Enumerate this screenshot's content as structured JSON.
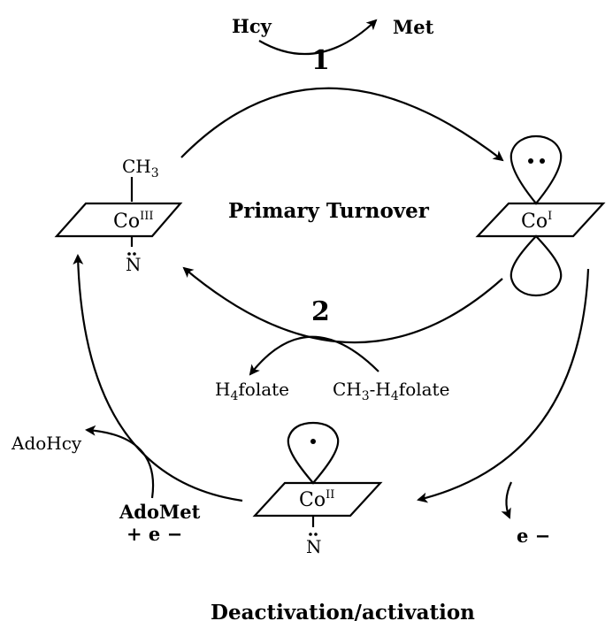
{
  "reactions": {
    "step1": {
      "number": "1",
      "substrate": "Hcy",
      "product": "Met"
    },
    "step2": {
      "number": "2",
      "substrate_main": "CH",
      "substrate_sub1": "3",
      "substrate_mid": "-H",
      "substrate_sub2": "4",
      "substrate_tail": "folate",
      "product_main": "H",
      "product_sub": "4",
      "product_tail": "folate"
    },
    "reactivation": {
      "reagent_line1": "AdoMet",
      "reagent_line2": "+ e −",
      "product": "AdoHcy"
    },
    "reduction": {
      "label": "e −"
    }
  },
  "cobalt_states": {
    "co3": {
      "symbol": "Co",
      "oxidation": "III",
      "axial_top": "CH",
      "axial_top_sub": "3",
      "axial_bottom": "N"
    },
    "co1": {
      "symbol": "Co",
      "oxidation": "I"
    },
    "co2": {
      "symbol": "Co",
      "oxidation": "II",
      "axial_bottom": "N"
    }
  },
  "labels": {
    "center": "Primary Turnover",
    "bottom_title": "Deactivation/activation"
  }
}
